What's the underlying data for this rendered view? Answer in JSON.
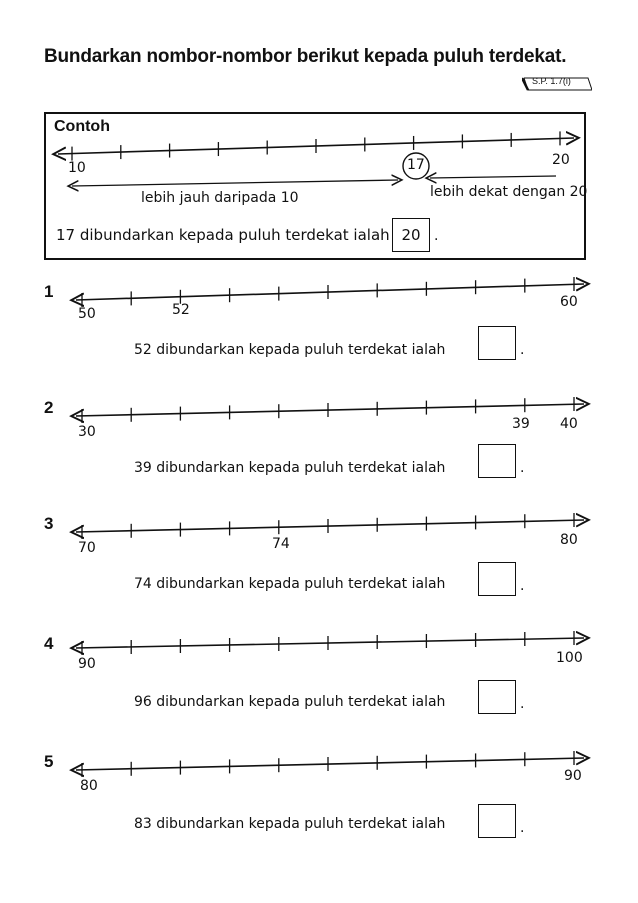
{
  "title": "Bundarkan nombor-nombor berikut kepada puluh terdekat.",
  "sp_tag": "S.P. 1.7(i)",
  "example": {
    "heading": "Contoh",
    "start_label": "10",
    "end_label": "20",
    "circled_label": "17",
    "far_text": "lebih jauh daripada 10",
    "near_text": "lebih dekat dengan 20",
    "statement": "17 dibundarkan kepada puluh terdekat ialah",
    "answer": "20",
    "period": "."
  },
  "questions": [
    {
      "number": "1",
      "start": "50",
      "marked": "52",
      "end": "60",
      "statement": "52 dibundarkan kepada puluh terdekat ialah",
      "period": "."
    },
    {
      "number": "2",
      "start": "30",
      "marked": "39",
      "end": "40",
      "statement": "39 dibundarkan kepada puluh terdekat ialah",
      "period": "."
    },
    {
      "number": "3",
      "start": "70",
      "marked": "74",
      "end": "80",
      "statement": "74 dibundarkan kepada puluh terdekat ialah",
      "period": "."
    },
    {
      "number": "4",
      "start": "90",
      "marked": "",
      "end": "100",
      "statement": "96 dibundarkan kepada puluh terdekat ialah",
      "period": "."
    },
    {
      "number": "5",
      "start": "80",
      "marked": "",
      "end": "90",
      "statement": "83 dibundarkan kepada puluh terdekat ialah",
      "period": "."
    }
  ]
}
